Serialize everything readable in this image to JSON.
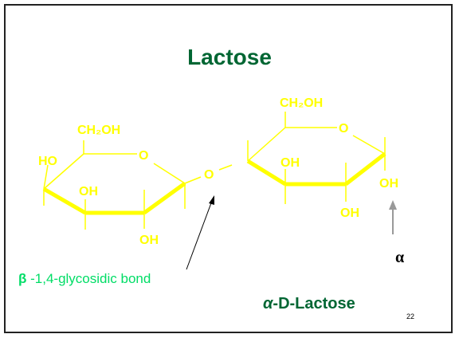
{
  "title": "Lactose",
  "colors": {
    "title": "#006633",
    "structure": "#ffff00",
    "caption": "#00dd66",
    "text": "#000000",
    "arrow": "#999999"
  },
  "left_ring": {
    "ch2oh": "CH₂OH",
    "ring_o": "O",
    "ho": "HO",
    "oh_upper": "OH",
    "oh_lower": "OH"
  },
  "bridge_o": "O",
  "right_ring": {
    "ch2oh": "CH₂OH",
    "ring_o": "O",
    "oh_inner": "OH",
    "oh_lower": "OH",
    "oh_anomeric": "OH"
  },
  "bond_label": {
    "symbol": "β",
    "text": " -1,4-glycosidic bond"
  },
  "anomer_symbol": "α",
  "molecule_name": {
    "prefix": "α",
    "rest": "-D-Lactose"
  },
  "slide_number": "22"
}
